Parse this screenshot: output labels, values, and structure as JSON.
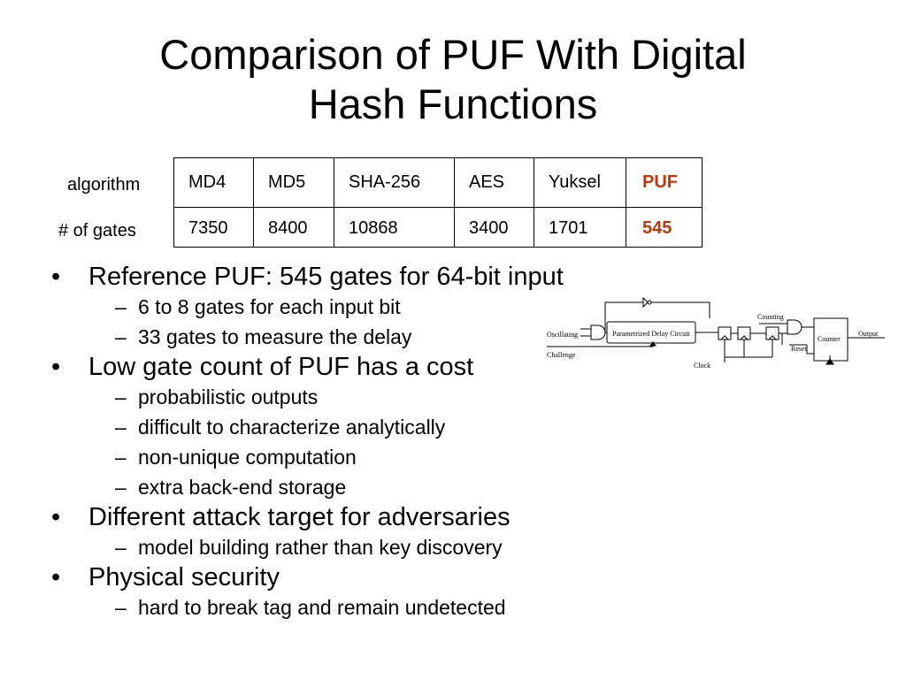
{
  "title": {
    "line1": "Comparison of PUF With Digital",
    "line2": "Hash Functions"
  },
  "table": {
    "row_labels": [
      "algorithm",
      "# of gates"
    ],
    "algorithms": [
      "MD4",
      "MD5",
      "SHA-256",
      "AES",
      "Yuksel",
      "PUF"
    ],
    "gates": [
      "7350",
      "8400",
      "10868",
      "3400",
      "1701",
      "545"
    ],
    "highlight_color": "#c0360c"
  },
  "bullets": [
    {
      "text": "Reference PUF: 545 gates for 64-bit input",
      "sub": [
        "6 to 8 gates for each input bit",
        "33 gates to measure the delay"
      ]
    },
    {
      "text": "Low gate count of PUF has a cost",
      "sub": [
        "probabilistic outputs",
        "difficult to characterize analytically",
        "non-unique computation",
        "extra back-end storage"
      ]
    },
    {
      "text": "Different attack target for adversaries",
      "sub": [
        "model building rather than key discovery"
      ]
    },
    {
      "text": "Physical security",
      "sub": [
        "hard to break tag and remain undetected"
      ]
    }
  ],
  "circuit": {
    "oscillating": "Oscillating",
    "challenge": "Challenge",
    "delay_circuit": "Parametrized Delay Circuit",
    "counting": "Counting",
    "counter": "Counter",
    "reset": "Reset",
    "output": "Output",
    "clock": "Clock"
  }
}
